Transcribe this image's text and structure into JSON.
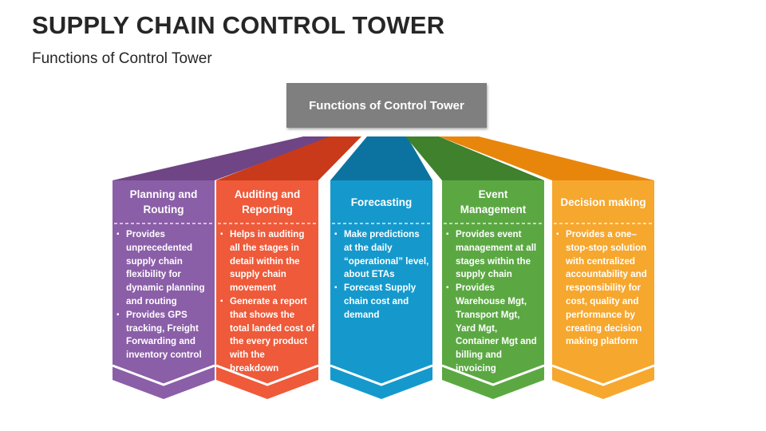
{
  "slide": {
    "title": "SUPPLY CHAIN CONTROL TOWER",
    "subtitle": "Functions of Control Tower"
  },
  "hub": {
    "label": "Functions of Control Tower",
    "color": "#7f7f7f"
  },
  "columns": [
    {
      "id": "planning",
      "heading": "Planning and Routing",
      "color": "#8b5ea8",
      "dark": "#6f4585",
      "bullets": [
        "Provides unprecedented supply chain flexibility for dynamic planning and routing",
        "Provides GPS tracking, Freight Forwarding and inventory control"
      ]
    },
    {
      "id": "auditing",
      "heading": "Auditing and Reporting",
      "color": "#ee5a3a",
      "dark": "#c93a1a",
      "bullets": [
        "Helps in auditing all the stages in detail within the supply chain movement",
        "Generate a report that shows the total landed cost of the every product with the breakdown"
      ]
    },
    {
      "id": "forecasting",
      "heading": "Forecasting",
      "color": "#1599cc",
      "dark": "#0c73a0",
      "bullets": [
        "Make predictions at the daily “operational” level, about ETAs",
        "Forecast Supply chain cost and demand"
      ]
    },
    {
      "id": "event",
      "heading": "Event Management",
      "color": "#5ba843",
      "dark": "#3f812d",
      "bullets": [
        "Provides event management at all stages within the supply chain",
        "Provides Warehouse Mgt, Transport Mgt, Yard Mgt, Container Mgt and billing and invoicing"
      ]
    },
    {
      "id": "decision",
      "heading": "Decision making",
      "color": "#f6a72e",
      "dark": "#e8860c",
      "bullets": [
        "Provides a one–stop-stop solution with centralized accountability and responsibility for cost, quality and performance by creating decision making platform"
      ]
    }
  ]
}
